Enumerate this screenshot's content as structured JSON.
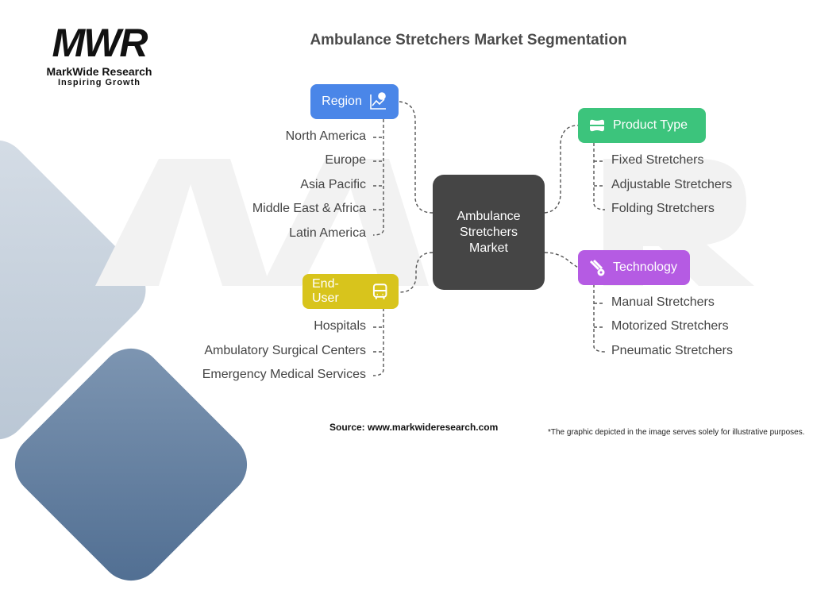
{
  "logo": {
    "mark": "MWR",
    "name": "MarkWide Research",
    "tagline": "Inspiring Growth"
  },
  "title": "Ambulance Stretchers Market Segmentation",
  "center": "Ambulance Stretchers Market",
  "segments": {
    "region": {
      "label": "Region",
      "icon": "chart-question-icon",
      "color": "#4a86e8",
      "items": [
        "North America",
        "Europe",
        "Asia Pacific",
        "Middle East & Africa",
        "Latin America"
      ]
    },
    "product_type": {
      "label": "Product Type",
      "icon": "stretcher-icon",
      "color": "#3cc47c",
      "items": [
        "Fixed Stretchers",
        "Adjustable Stretchers",
        "Folding Stretchers"
      ]
    },
    "technology": {
      "label": "Technology",
      "icon": "tools-icon",
      "color": "#b55be3",
      "items": [
        "Manual Stretchers",
        "Motorized Stretchers",
        "Pneumatic Stretchers"
      ]
    },
    "end_user": {
      "label": "End-User",
      "icon": "bus-icon",
      "color": "#d8c41c",
      "items": [
        "Hospitals",
        "Ambulatory Surgical Centers",
        "Emergency Medical Services"
      ]
    }
  },
  "source": "Source: www.markwideresearch.com",
  "disclaimer": "*The graphic depicted in the image serves solely for illustrative purposes."
}
